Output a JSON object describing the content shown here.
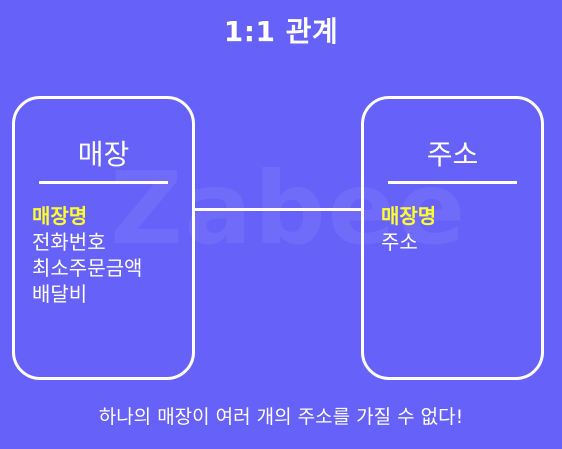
{
  "title": "1:1 관계",
  "watermark": "Zabee",
  "entities": [
    {
      "name": "매장",
      "key_attribute": "매장명",
      "attributes": [
        "전화번호",
        "최소주문금액",
        "배달비"
      ]
    },
    {
      "name": "주소",
      "key_attribute": "매장명",
      "attributes": [
        "주소"
      ]
    }
  ],
  "caption": "하나의 매장이 여러 개의 주소를 가질 수 없다!",
  "colors": {
    "background": "#6661f9",
    "line": "#ffffff",
    "key_attribute": "#ffff30",
    "text": "#ffffff"
  }
}
